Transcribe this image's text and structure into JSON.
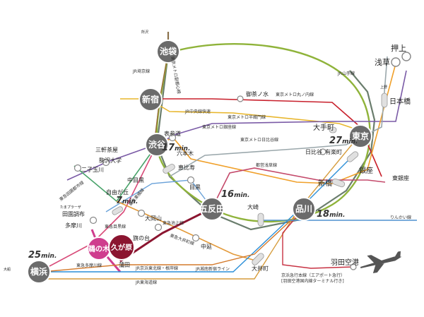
{
  "stations": {
    "ikebukuro": "池袋",
    "shinjuku": "新宿",
    "shibuya": "渋谷",
    "gotanda": "五反田",
    "shinagawa": "品川",
    "tokyo": "東京",
    "yokohama": "横浜",
    "kugahara": "久が原",
    "unoki": "鵜の木",
    "oshiage": "押上",
    "asakusa": "浅草",
    "nihonbashi": "日本橋",
    "otemachi": "大手町",
    "yurakucho": "有楽町",
    "hibiya": "日比谷",
    "ginza": "銀座",
    "higashiginza": "東銀座",
    "shimbashi": "新橋",
    "ochanomizu": "御茶ノ水",
    "omotesando": "表参道",
    "roppongi": "六本木",
    "ebisu": "恵比寿",
    "nakameguro": "中目黒",
    "meguro": "目黒",
    "sangenjaya": "三軒茶屋",
    "komazawa": "駒沢大学",
    "futakotamagawa": "二子玉川",
    "jiyugaoka": "自由が丘",
    "denenchofu": "田園調布",
    "tamagawa": "多摩川",
    "ookayama": "大岡山",
    "hatanodai": "旗の台",
    "osaki": "大崎",
    "nakanobu": "中延",
    "oimachi": "大井町",
    "kamata": "蒲田",
    "haneda": "羽田空港",
    "ueno": "上野",
    "tokorozawa": "所沢",
    "tamaplaza": "たまプラーザ",
    "ofuna": "大船"
  },
  "times": {
    "shibuya": "17",
    "gotanda": "16",
    "shinagawa": "18",
    "tokyo": "27",
    "yokohama": "25",
    "jiyugaoka": "7",
    "unit": "min."
  },
  "lines": {
    "fukutoshin": "東京メトロ副都心線",
    "saikyo": "JR埼京線",
    "yamanote": "JR山手線",
    "marunouchi": "東京メトロ丸ノ内線",
    "chuo": "JR中央線快速",
    "hanzomon": "東京メトロ半蔵門線",
    "ginza": "東京メトロ銀座線",
    "hibiya": "東京メトロ日比谷線",
    "asakusa": "都営浅草線",
    "denentoshi": "東急田園都市線",
    "toyoko": "東急東横線",
    "meguro": "東急目黒線",
    "oimachi": "東急大井町線",
    "ikegami": "東急池上線",
    "tamagawa": "東急多摩川線",
    "keihintohoku": "JR京浜東北線・根岸線",
    "shonanshinjuku": "JR湘南新宿ライン",
    "tokaido": "JR東海道線",
    "rinkai": "りんかい線",
    "keikyu_note1": "京浜急行本線（エアポート急行）",
    "keikyu_note2": "[羽田空港国内線ターミナル行き]"
  },
  "colors": {
    "yamanote": "#8fb33a",
    "saikyo_outer": "#6a7d6d",
    "marunouchi": "#c8202c",
    "chuo": "#e8b62c",
    "hanzomon": "#7a5aa6",
    "ginza": "#f0a02a",
    "hibiya": "#9aa7ab",
    "asakusa_metro": "#c44a6b",
    "fukutoshin": "#9a6a3c",
    "ikegami": "#cf3d8e",
    "tamagawa_line": "#c43d8a",
    "toyoko": "#d84a78",
    "ikegami_dark": "#8b1530",
    "oimachi": "#e39a3a",
    "meguro": "#6aa2d9",
    "keihin": "#2b8fd8",
    "shonan": "#d47a2c",
    "keikyu": "#c73142",
    "rinkai": "#4f91cf",
    "tokaido": "#d69c3c",
    "station_gray": "#6b6b6b",
    "station_dark": "#8b1530",
    "station_pink": "#cf3d8e"
  },
  "icons": {
    "airplane": "airplane-icon"
  }
}
